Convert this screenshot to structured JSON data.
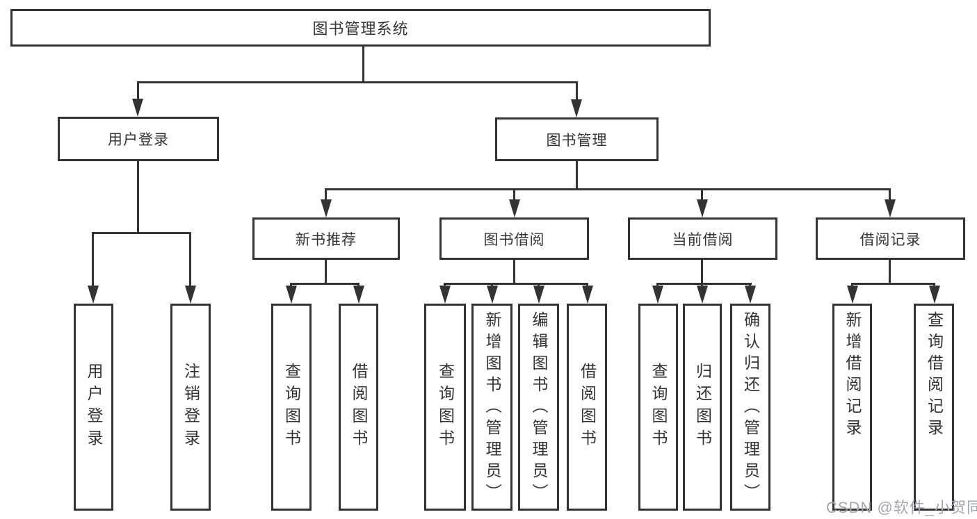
{
  "diagram": {
    "title": "图书管理系统",
    "colors": {
      "line": "#333333",
      "text": "#333333",
      "box_bg": "#ffffff",
      "watermark": "#a3a6af"
    },
    "root": {
      "label": "图书管理系统"
    },
    "level2": [
      {
        "label": "用户登录"
      },
      {
        "label": "图书管理"
      }
    ],
    "level3": [
      {
        "label": "新书推荐"
      },
      {
        "label": "图书借阅"
      },
      {
        "label": "当前借阅"
      },
      {
        "label": "借阅记录"
      }
    ],
    "groups": [
      {
        "parent": "用户登录",
        "items": [
          "用户登录",
          "注销登录"
        ]
      },
      {
        "parent": "新书推荐",
        "items": [
          "查询图书",
          "借阅图书"
        ]
      },
      {
        "parent": "图书借阅",
        "items": [
          "查询图书",
          "新增图书（管理员）",
          "编辑图书（管理员）",
          "借阅图书"
        ]
      },
      {
        "parent": "当前借阅",
        "items": [
          "查询图书",
          "归还图书",
          "确认归还（管理员）"
        ]
      },
      {
        "parent": "借阅记录",
        "items": [
          "新增借阅记录",
          "查询借阅记录"
        ]
      }
    ],
    "watermark": "CSDN @软件_小贺同学"
  }
}
